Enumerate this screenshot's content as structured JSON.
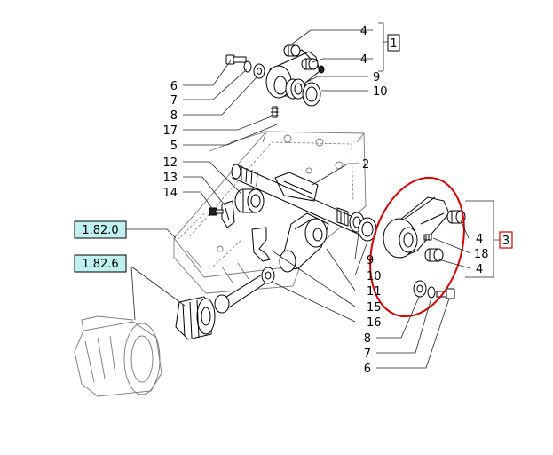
{
  "labels": {
    "l4a": "4",
    "l4b": "4",
    "l6a": "6",
    "l7a": "7",
    "l8a": "8",
    "l9a": "9",
    "l10a": "10",
    "l17": "17",
    "l5": "5",
    "l2": "2",
    "l12": "12",
    "l13": "13",
    "l14": "14",
    "l4c": "4",
    "l18": "18",
    "l4d": "4",
    "l9b": "9",
    "l10b": "10",
    "l11": "11",
    "l15": "15",
    "l16": "16",
    "l8b": "8",
    "l7b": "7",
    "l6b": "6"
  },
  "group_boxes": {
    "g1": "1",
    "g3": "3"
  },
  "references": {
    "r1": "1.82.0",
    "r2": "1.82.6"
  },
  "colors": {
    "reference_fill": "#bff1f1",
    "highlight_circle": "#d40000",
    "group3_box": "#d40000"
  }
}
